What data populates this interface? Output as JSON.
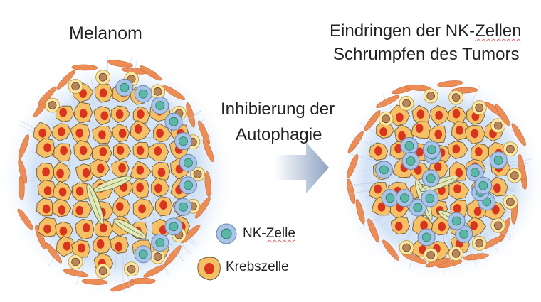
{
  "labels": {
    "left_title": "Melanom",
    "right_title_line1_prefix": "Eindringen der NK-",
    "right_title_line1_suffix": "Zellen",
    "right_title_line2": "Schrumpfen des Tumors",
    "arrow_label_line1": "Inhibierung der",
    "arrow_label_line2": "Autophagie",
    "legend_nk_prefix": "NK-",
    "legend_nk_suffix": "Zelle",
    "legend_cancer": "Krebszelle"
  },
  "colors": {
    "cancer_fill": "#f6c166",
    "cancer_nucleus": "#d9351e",
    "nk_fill": "#a9c4e8",
    "nk_nucleus": "#5bb8a6",
    "fibroblast": "#ee8c55",
    "immune_brown": "#b8865a",
    "arrow": "#9fb1cc",
    "halo": "#cfe0f5",
    "spelling_underline": "#e06060"
  },
  "icons": {
    "arrow": "right-arrow-icon",
    "nk_cell": "nk-cell-icon",
    "cancer_cell": "cancer-cell-icon"
  }
}
